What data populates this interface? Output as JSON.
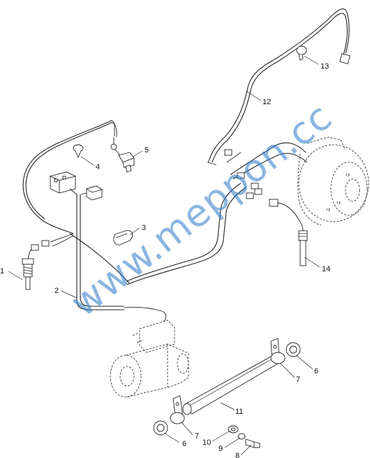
{
  "diagram": {
    "callouts": [
      {
        "id": "c1",
        "label": "1"
      },
      {
        "id": "c2",
        "label": "2"
      },
      {
        "id": "c3",
        "label": "3"
      },
      {
        "id": "c4",
        "label": "4"
      },
      {
        "id": "c5",
        "label": "5"
      },
      {
        "id": "c6a",
        "label": "6"
      },
      {
        "id": "c6b",
        "label": "6"
      },
      {
        "id": "c7a",
        "label": "7"
      },
      {
        "id": "c7b",
        "label": "7"
      },
      {
        "id": "c8",
        "label": "8"
      },
      {
        "id": "c9",
        "label": "9"
      },
      {
        "id": "c10",
        "label": "10"
      },
      {
        "id": "c11",
        "label": "11"
      },
      {
        "id": "c12",
        "label": "12"
      },
      {
        "id": "c13",
        "label": "13"
      },
      {
        "id": "c14",
        "label": "14"
      }
    ],
    "watermark": "www.meppon.cc"
  }
}
